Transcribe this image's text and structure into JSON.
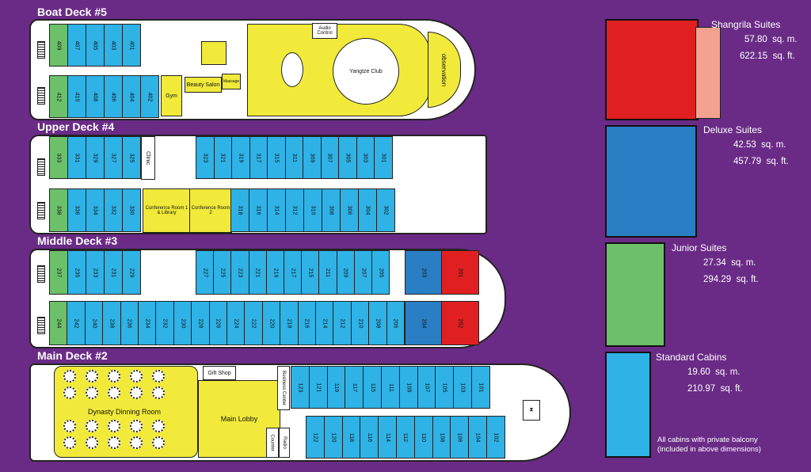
{
  "decks": {
    "boat": {
      "title": "Boat Deck #5",
      "top": [
        "409",
        "407",
        "405",
        "403",
        "401"
      ],
      "bottom": [
        "412",
        "410",
        "408",
        "406",
        "404",
        "402"
      ],
      "gym": "Gym",
      "beauty": "Beauty Salon",
      "massage": "Massage",
      "audio": "Audio Control",
      "club": "Yangtze Club",
      "observation": "observation"
    },
    "upper": {
      "title": "Upper Deck #4",
      "top_left": [
        "333",
        "331",
        "329",
        "327",
        "325"
      ],
      "clinic": "Clinic",
      "top_right": [
        "323",
        "321",
        "319",
        "317",
        "315",
        "311",
        "309",
        "307",
        "305",
        "303",
        "301"
      ],
      "bottom_left": [
        "338",
        "336",
        "334",
        "332",
        "330"
      ],
      "conf1": "Conference Room 1 & Library",
      "conf2": "Conference Room 2",
      "bottom_right": [
        "318",
        "316",
        "314",
        "312",
        "310",
        "308",
        "306",
        "304",
        "302"
      ]
    },
    "middle": {
      "title": "Middle Deck #3",
      "top_left": [
        "237",
        "235",
        "233",
        "231",
        "229"
      ],
      "top_right": [
        "227",
        "225",
        "223",
        "221",
        "219",
        "217",
        "215",
        "211",
        "209",
        "207",
        "205"
      ],
      "top_deluxe": "203",
      "top_suite": "201",
      "bottom": [
        "244",
        "242",
        "240",
        "238",
        "236",
        "234",
        "232",
        "230",
        "228",
        "226",
        "224",
        "222",
        "220",
        "218",
        "216",
        "214",
        "212",
        "210",
        "208",
        "206"
      ],
      "bottom_deluxe": "204",
      "bottom_suite": "202"
    },
    "main": {
      "title": "Main Deck #2",
      "dining": "Dynasty Dinning Room",
      "gift": "Gift Shop",
      "business": "Business Center",
      "lobby": "Main Lobby",
      "counter": "Counter",
      "radio": "Radio",
      "top": [
        "123",
        "121",
        "119",
        "117",
        "115",
        "111",
        "109",
        "107",
        "105",
        "103",
        "101"
      ],
      "bottom": [
        "122",
        "120",
        "118",
        "116",
        "114",
        "112",
        "110",
        "108",
        "106",
        "104",
        "102"
      ]
    }
  },
  "legend": [
    {
      "name": "Shangrila Suites",
      "sqm": "57.80",
      "sqm_unit": "sq. m.",
      "sqft": "622.15",
      "sqft_unit": "sq. ft."
    },
    {
      "name": "Deluxe Suites",
      "sqm": "42.53",
      "sqm_unit": "sq. m.",
      "sqft": "457.79",
      "sqft_unit": "sq. ft."
    },
    {
      "name": "Junior Suites",
      "sqm": "27.34",
      "sqm_unit": "sq. m.",
      "sqft": "294.29",
      "sqft_unit": "sq. ft."
    },
    {
      "name": "Standard Cabins",
      "sqm": "19.60",
      "sqm_unit": "sq. m.",
      "sqft": "210.97",
      "sqft_unit": "sq. ft."
    }
  ],
  "note": {
    "line1": "All cabins with private balcony",
    "line2": "(included in above dimensions)"
  },
  "colors": {
    "background": "#6a2b86",
    "standard": "#2fb2e6",
    "junior": "#6cc06a",
    "deluxe": "#2a7fc4",
    "shangrila": "#e02020",
    "public": "#f1ea3a"
  }
}
